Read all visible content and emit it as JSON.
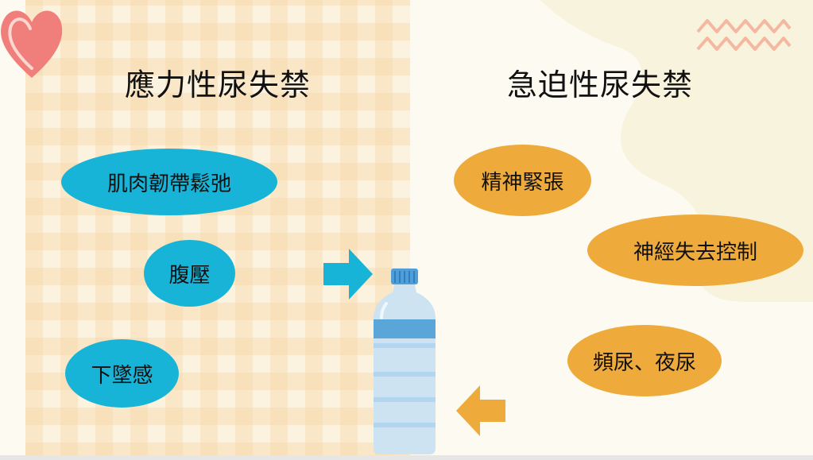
{
  "slide": {
    "left_title": "應力性尿失禁",
    "right_title": "急迫性尿失禁"
  },
  "left_causes": [
    "肌肉韌帶鬆弛",
    "腹壓",
    "下墜感"
  ],
  "right_causes": [
    "精神緊張",
    "神經失去控制",
    "頻尿、夜尿"
  ],
  "colors": {
    "left_accent": "#17b4d8",
    "right_accent": "#eeaa3a",
    "heart": "#f07f7c",
    "zigzag": "#f4b8a2"
  },
  "icons": [
    "heart-icon",
    "zigzag-icon",
    "right-arrow-icon",
    "left-arrow-icon",
    "water-bottle-icon"
  ]
}
